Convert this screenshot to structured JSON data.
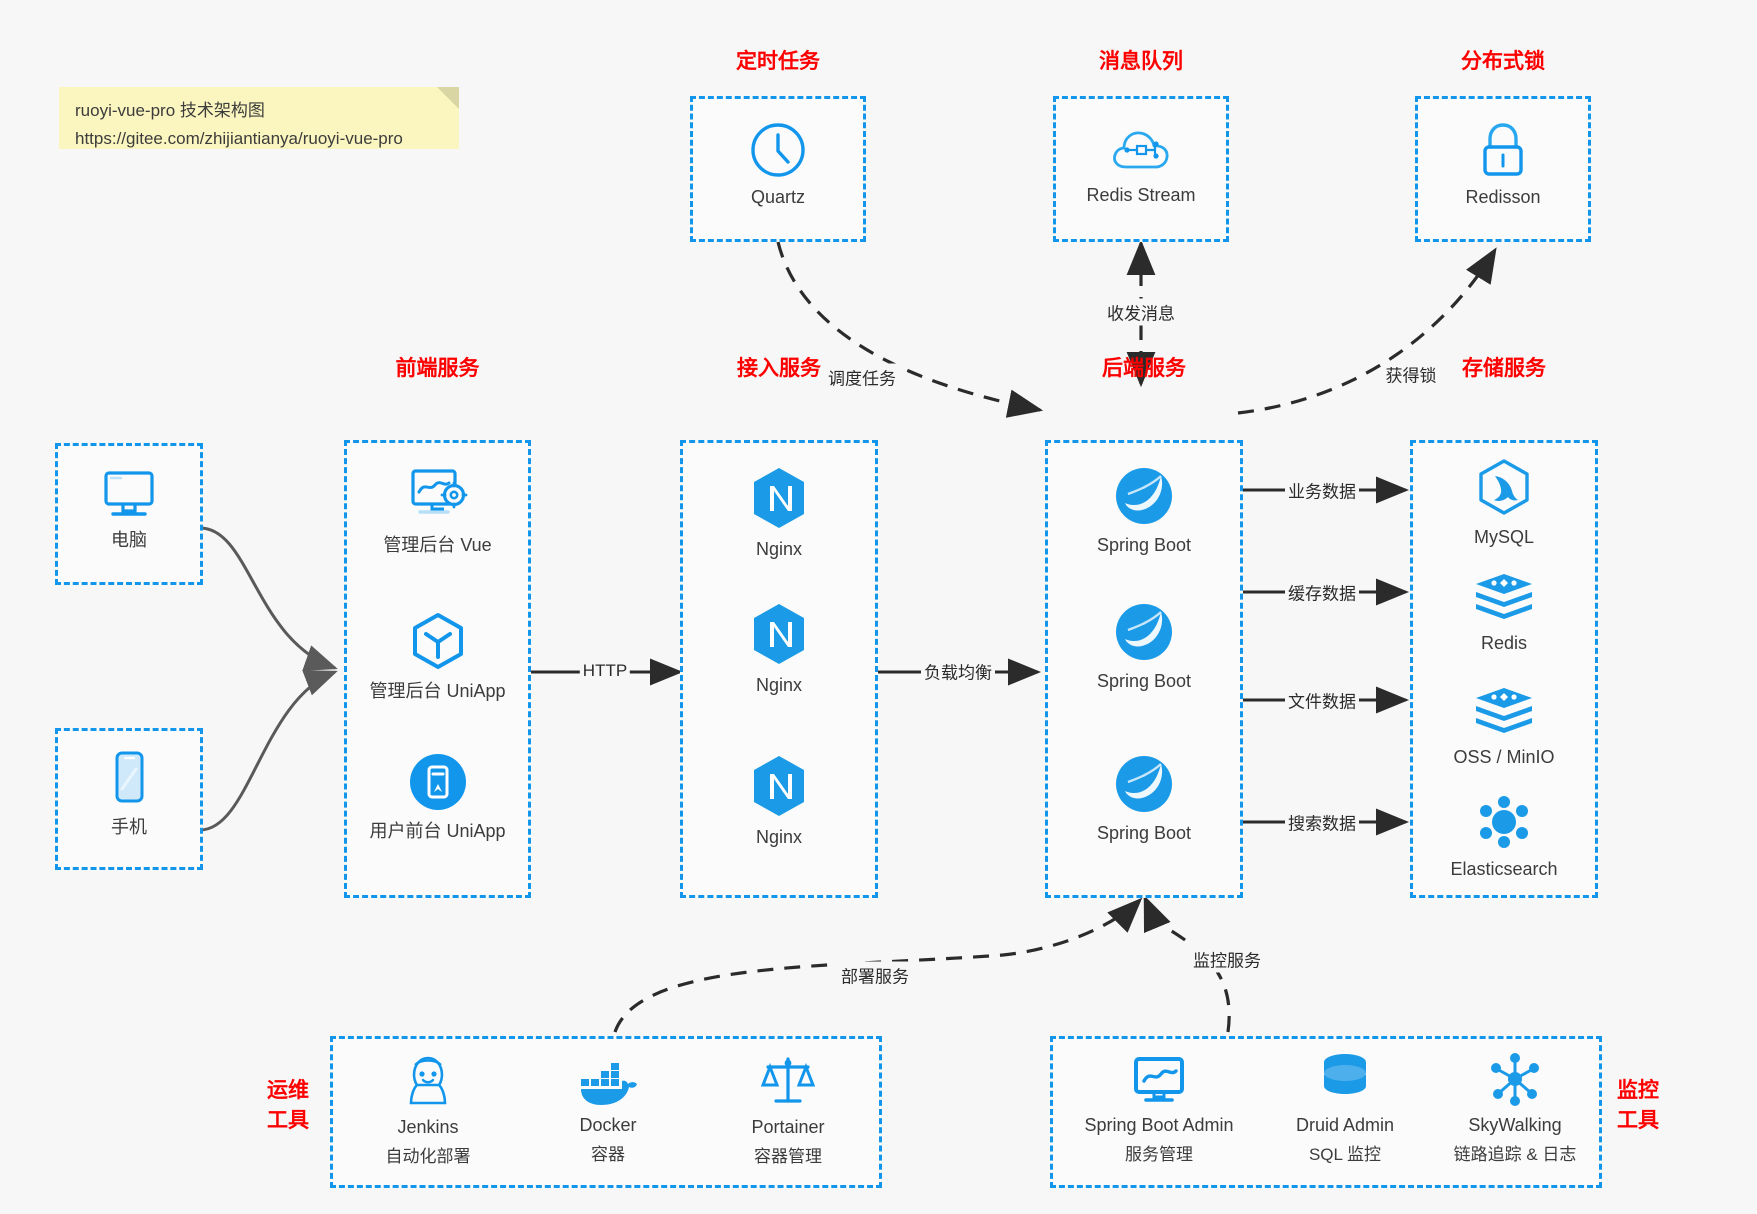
{
  "note": {
    "line1": "ruoyi-vue-pro 技术架构图",
    "line2": "https://gitee.com/zhijiantianya/ruoyi-vue-pro"
  },
  "groups": {
    "scheduler": {
      "title": "定时任务",
      "items": [
        {
          "label": "Quartz",
          "icon": "clock-icon"
        }
      ]
    },
    "mq": {
      "title": "消息队列",
      "items": [
        {
          "label": "Redis Stream",
          "icon": "cloud-network-icon"
        }
      ]
    },
    "lock": {
      "title": "分布式锁",
      "items": [
        {
          "label": "Redisson",
          "icon": "lock-icon"
        }
      ]
    },
    "clients": {
      "items": [
        {
          "label": "电脑",
          "icon": "desktop-icon"
        },
        {
          "label": "手机",
          "icon": "mobile-icon"
        }
      ]
    },
    "frontend": {
      "title": "前端服务",
      "items": [
        {
          "label": "管理后台 Vue",
          "icon": "dashboard-gear-icon"
        },
        {
          "label": "管理后台 UniApp",
          "icon": "cube-icon"
        },
        {
          "label": "用户前台 UniApp",
          "icon": "app-icon"
        }
      ]
    },
    "gateway": {
      "title": "接入服务",
      "items": [
        {
          "label": "Nginx",
          "icon": "nginx-icon"
        },
        {
          "label": "Nginx",
          "icon": "nginx-icon"
        },
        {
          "label": "Nginx",
          "icon": "nginx-icon"
        }
      ]
    },
    "backend": {
      "title": "后端服务",
      "items": [
        {
          "label": "Spring Boot",
          "icon": "spring-boot-icon"
        },
        {
          "label": "Spring Boot",
          "icon": "spring-boot-icon"
        },
        {
          "label": "Spring Boot",
          "icon": "spring-boot-icon"
        }
      ]
    },
    "storage": {
      "title": "存储服务",
      "items": [
        {
          "label": "MySQL",
          "icon": "mysql-icon"
        },
        {
          "label": "Redis",
          "icon": "redis-icon"
        },
        {
          "label": "OSS / MinIO",
          "icon": "oss-minio-icon"
        },
        {
          "label": "Elasticsearch",
          "icon": "elasticsearch-icon"
        }
      ]
    },
    "devops": {
      "title": "运维\n工具",
      "title_line1": "运维",
      "title_line2": "工具",
      "items": [
        {
          "label": "Jenkins",
          "sub": "自动化部署",
          "icon": "jenkins-icon"
        },
        {
          "label": "Docker",
          "sub": "容器",
          "icon": "docker-icon"
        },
        {
          "label": "Portainer",
          "sub": "容器管理",
          "icon": "portainer-icon"
        }
      ]
    },
    "monitor": {
      "title_line1": "监控",
      "title_line2": "工具",
      "items": [
        {
          "label": "Spring Boot Admin",
          "sub": "服务管理",
          "icon": "monitor-chart-icon"
        },
        {
          "label": "Druid Admin",
          "sub": "SQL 监控",
          "icon": "database-icon"
        },
        {
          "label": "SkyWalking",
          "sub": "链路追踪 & 日志",
          "icon": "skywalking-icon"
        }
      ]
    }
  },
  "edges": {
    "http": "HTTP",
    "load_balance": "负载均衡",
    "schedule_task": "调度任务",
    "send_receive_msg": "收发消息",
    "get_lock": "获得锁",
    "business_data": "业务数据",
    "cache_data": "缓存数据",
    "file_data": "文件数据",
    "search_data": "搜索数据",
    "deploy_service": "部署服务",
    "monitor_service": "监控服务"
  },
  "colors": {
    "accent": "#1296ec",
    "title": "#fd0100",
    "note_bg": "#fbf6bf",
    "background": "#f7f7f7",
    "arrow": "#2b2b2b",
    "client_arrow": "#5a5a5a"
  }
}
